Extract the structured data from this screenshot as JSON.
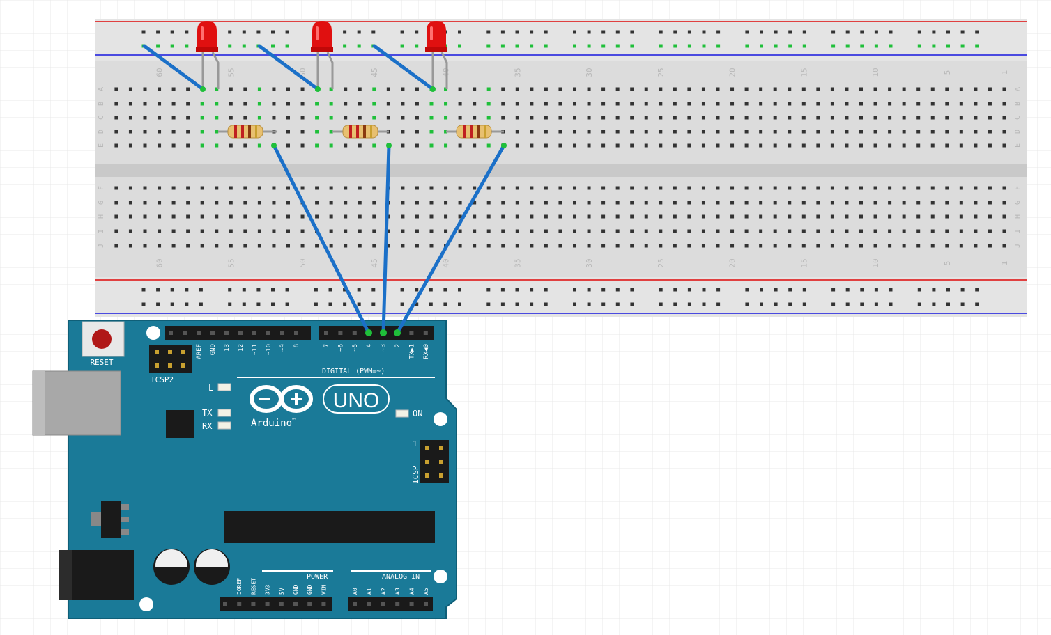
{
  "breadboard": {
    "column_numbers": [
      "60",
      "55",
      "50",
      "45",
      "40",
      "35",
      "30",
      "25",
      "20",
      "15",
      "10",
      "5",
      "1"
    ],
    "row_letters_top": [
      "A",
      "B",
      "C",
      "D",
      "E"
    ],
    "row_letters_bottom": [
      "F",
      "G",
      "H",
      "I",
      "J"
    ]
  },
  "colors": {
    "canvas_grid": "#e6e6e6",
    "breadboard_body": "#dcdcdc",
    "rail_red_line": "#e04040",
    "rail_blue_line": "#4a4ae0",
    "hole": "#333333",
    "hole_connected": "#1fbf3a",
    "wire": "#1b70c8",
    "led": "#e01010",
    "resistor_body": "#e8c070",
    "arduino_board": "#1a7a98",
    "arduino_text": "#ffffff"
  },
  "arduino": {
    "reset_label": "RESET",
    "icsp2_label": "ICSP2",
    "icsp_label": "ICSP",
    "icsp_pin1_label": "1",
    "led_l_label": "L",
    "tx_label": "TX",
    "rx_label": "RX",
    "on_label": "ON",
    "uno_label": "UNO",
    "brand_label": "Arduino",
    "brand_tm": "™",
    "digital_label": "DIGITAL (PWM=~)",
    "power_label": "POWER",
    "analog_label": "ANALOG IN",
    "digital_pins_left": [
      "AREF",
      "GND",
      "13",
      "12",
      "~11",
      "~10",
      "~9",
      "8"
    ],
    "digital_pins_right": [
      "7",
      "~6",
      "~5",
      "4",
      "~3",
      "2",
      "TX▶1",
      "RX◀0"
    ],
    "power_pins": [
      "IOREF",
      "RESET",
      "3V3",
      "5V",
      "GND",
      "GND",
      "VIN"
    ],
    "analog_pins": [
      "A0",
      "A1",
      "A2",
      "A3",
      "A4",
      "A5"
    ]
  }
}
